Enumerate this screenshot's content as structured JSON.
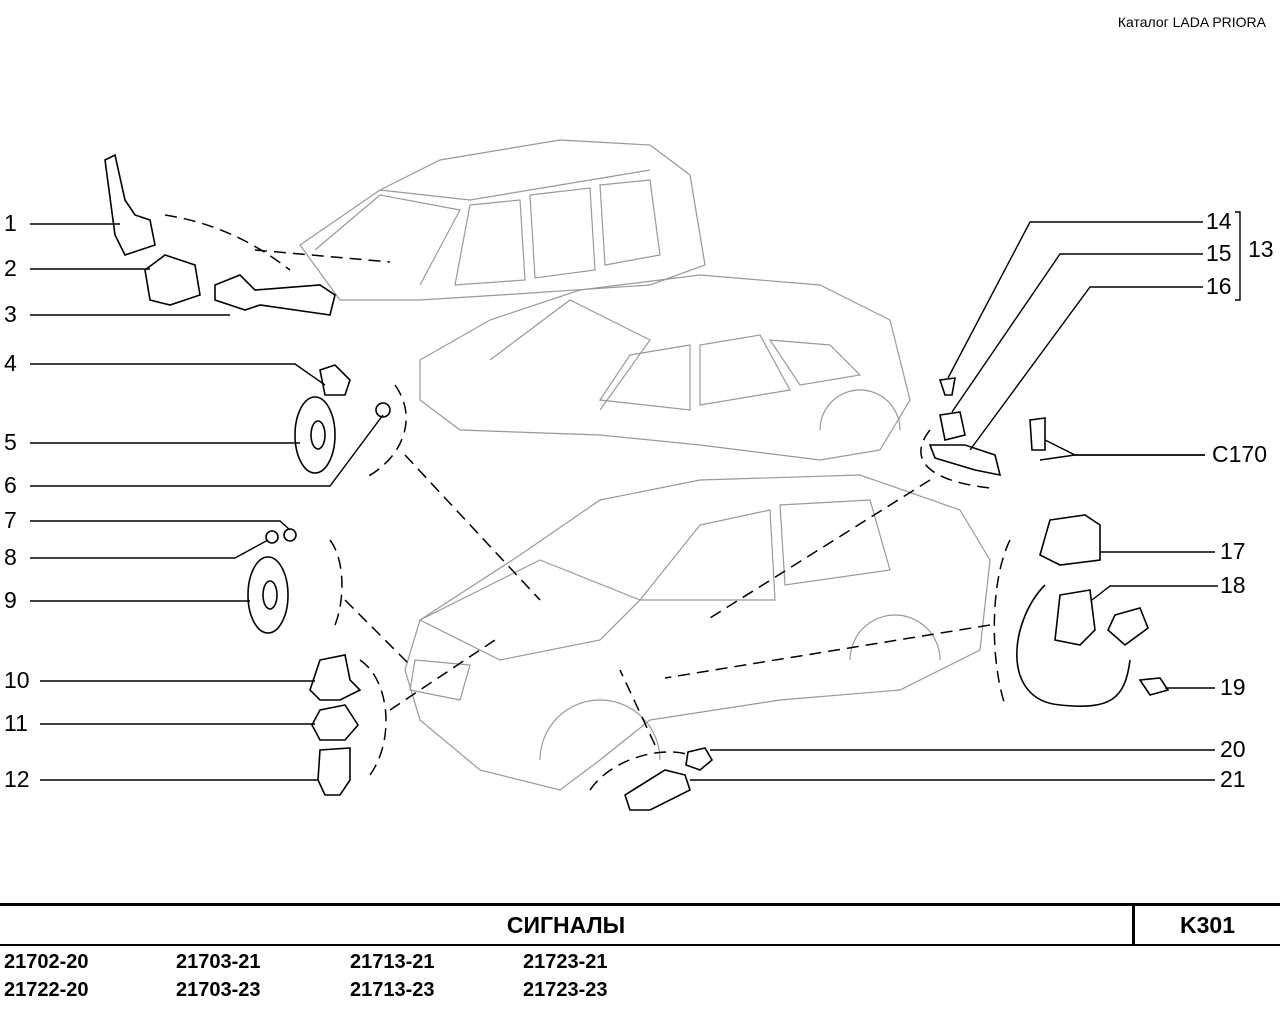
{
  "header": {
    "catalog": "Каталог  LADA  PRIORA"
  },
  "callouts": [
    "1",
    "2",
    "3",
    "4",
    "5",
    "6",
    "7",
    "8",
    "9",
    "10",
    "11",
    "12",
    "13",
    "14",
    "15",
    "16",
    "17",
    "18",
    "19",
    "20",
    "21",
    "C170"
  ],
  "footer": {
    "section_title": "СИГНАЛЫ",
    "page_code": "K301",
    "models": [
      "21702-20",
      "21703-21",
      "21713-21",
      "21723-21",
      "21722-20",
      "21703-23",
      "21713-23",
      "21723-23"
    ]
  }
}
